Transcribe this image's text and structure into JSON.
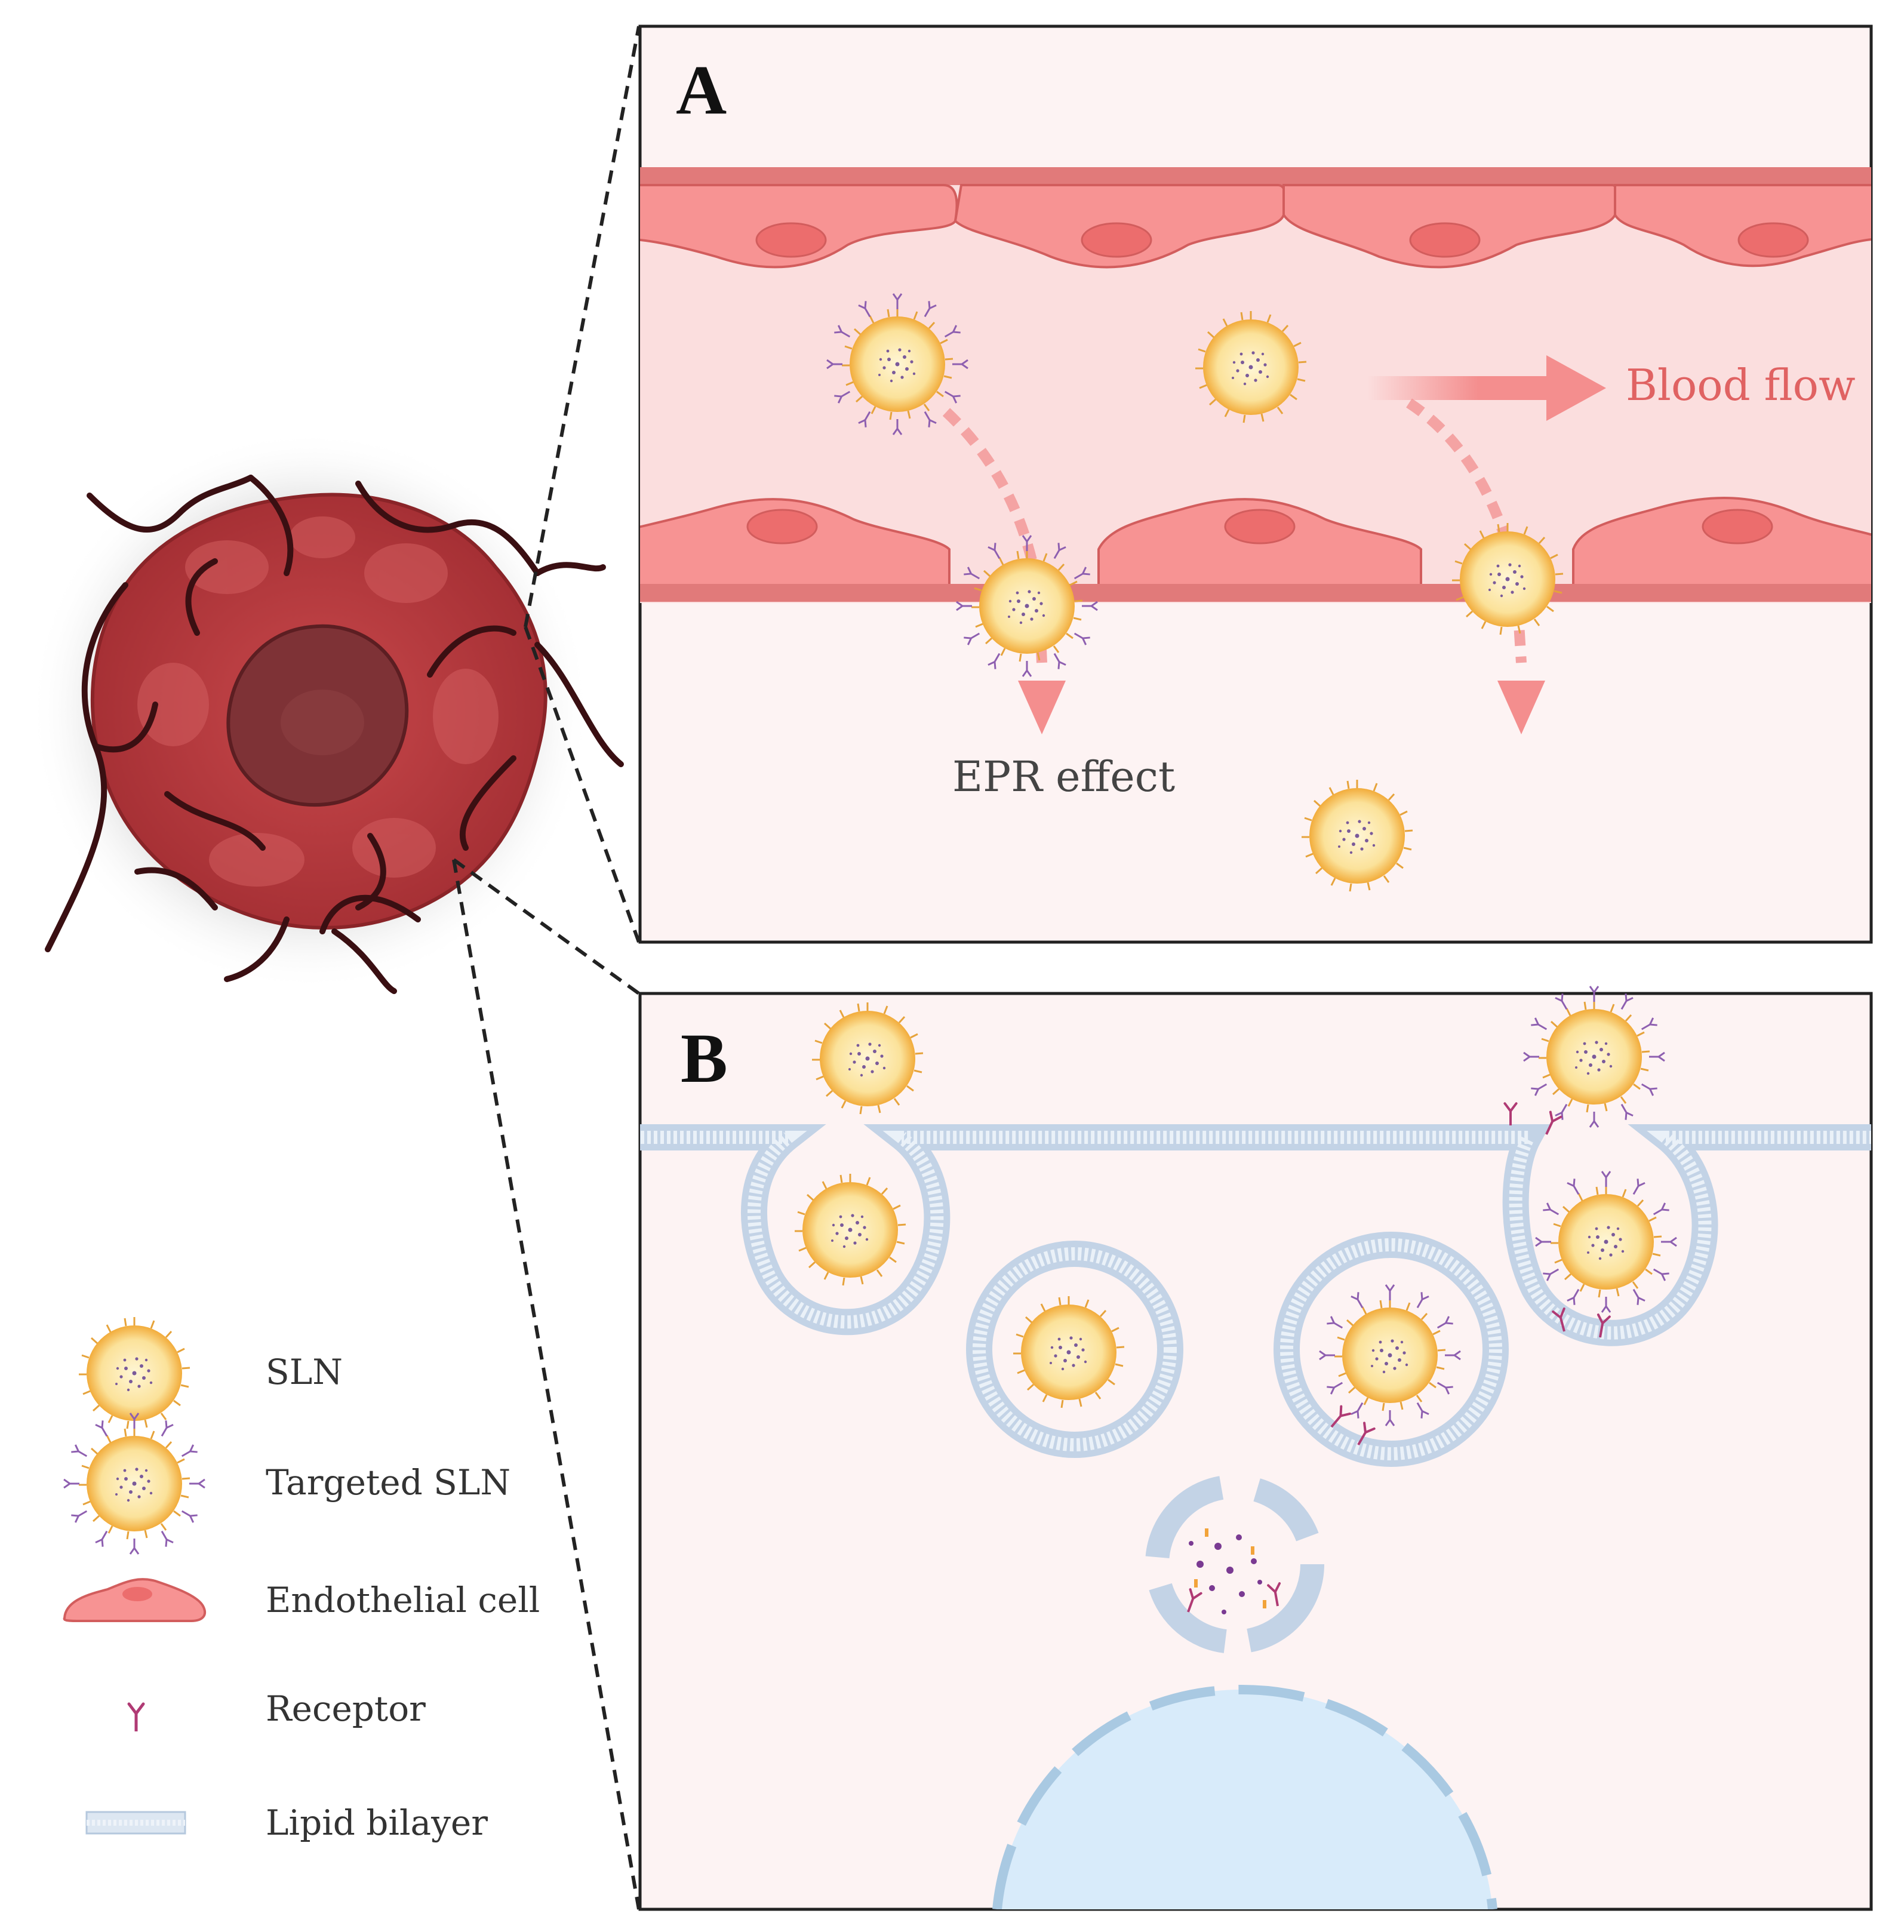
{
  "panels": {
    "a": {
      "letter": "A",
      "blood_flow_label": "Blood flow",
      "epr_label": "EPR effect"
    },
    "b": {
      "letter": "B"
    }
  },
  "legend": {
    "items": [
      {
        "label": "SLN",
        "icon": "sln-icon"
      },
      {
        "label": "Targeted SLN",
        "icon": "targeted-sln-icon"
      },
      {
        "label": "Endothelial cell",
        "icon": "endothelial-cell-icon"
      },
      {
        "label": "Receptor",
        "icon": "receptor-icon"
      },
      {
        "label": "Lipid bilayer",
        "icon": "lipid-bilayer-icon"
      }
    ]
  },
  "colors": {
    "panel_bg": "#fdf3f3",
    "vessel_wall": "#e57373",
    "endothelial_cell": "#f79393",
    "nucleus": "#ef6f6f",
    "lumen": "#fbdede",
    "arrow": "#f48e8e",
    "sln_core": "#fbe9a8",
    "sln_rim": "#f1a93a",
    "ligand": "#8e5fb0",
    "receptor": "#b03a74",
    "membrane": "#c3d3e6",
    "cell_nucleus": "#d8ebfa",
    "tumor": "#b3373b"
  }
}
